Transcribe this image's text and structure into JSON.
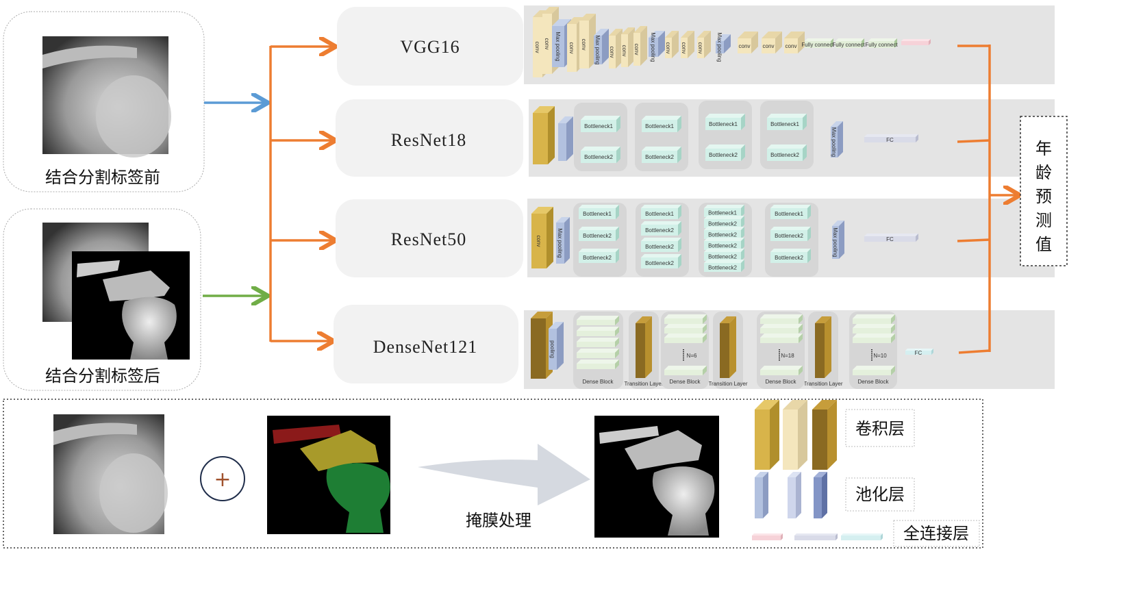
{
  "inputs": {
    "before_label": "结合分割标签前",
    "after_label": "结合分割标签后"
  },
  "models": [
    {
      "name": "VGG16"
    },
    {
      "name": "ResNet18"
    },
    {
      "name": "ResNet50"
    },
    {
      "name": "DenseNet121"
    }
  ],
  "layer_labels": {
    "conv": "conv",
    "max_pooling": "Max pooling",
    "fully_connect": "Fully connect",
    "bottleneck1": "Bottleneck1",
    "bottleneck2": "Bottleneck2",
    "fc": "FC",
    "pooling": "pooling",
    "dense_block": "Dense Block",
    "transition_layer": "Transition Layer",
    "n6": "N=6",
    "n18": "N=18",
    "n10": "N=10"
  },
  "output": {
    "label_chars": [
      "年",
      "龄",
      "预",
      "测",
      "值"
    ]
  },
  "bottom": {
    "mask_label": "掩膜处理",
    "plus": "+",
    "legend": {
      "conv": "卷积层",
      "pool": "池化层",
      "fc": "全连接层"
    }
  },
  "colors": {
    "blue_arrow": "#5b9bd5",
    "green_arrow": "#70ad47",
    "orange": "#ed7d31"
  }
}
